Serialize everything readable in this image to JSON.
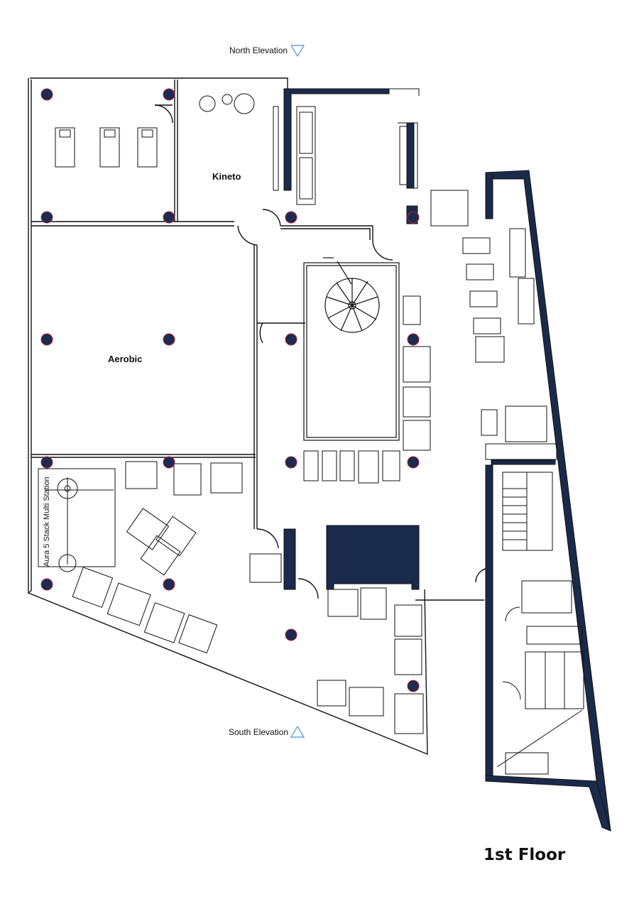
{
  "elevations": {
    "north": "North Elevation",
    "south": "South Elevation"
  },
  "rooms": {
    "kineto": "Kineto",
    "aerobic": "Aerobic"
  },
  "equipment": {
    "multi_station": "Aura 5 Stack Multi Station"
  },
  "floor_label": "1st Floor",
  "colors": {
    "wall_fill": "#1a2a4a",
    "column_fill": "#1c2b52",
    "column_ring": "#b0263a",
    "elevation_marker": "#4a90d9",
    "line": "#111111"
  }
}
